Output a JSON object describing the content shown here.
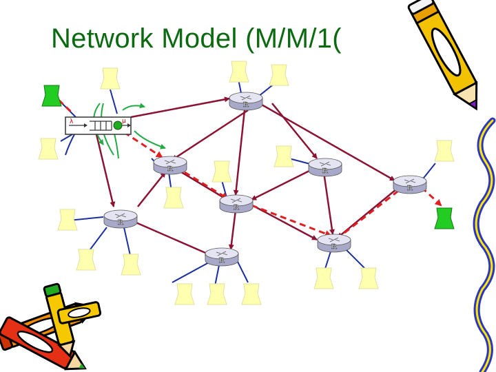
{
  "title": "Network Model (M/M/1(",
  "router_label": "R",
  "queue": {
    "arrival_label": "λ",
    "service_label": "μ"
  },
  "colors": {
    "title": "#0b6a10",
    "terminal": "#ffffb0",
    "terminal_active": "#22cc22",
    "router_body": "#a8a8c8",
    "router_top": "#e4e4f2",
    "router_link": "#8b1232",
    "access_link": "#1a2f9e",
    "path": "#e02020",
    "feedback": "#22aa44"
  },
  "icons": [
    "pencil-icon",
    "crayons-icon"
  ],
  "routers": [
    {
      "id": "r1"
    },
    {
      "id": "r2"
    },
    {
      "id": "r3"
    },
    {
      "id": "r4"
    },
    {
      "id": "r5"
    },
    {
      "id": "r6"
    },
    {
      "id": "r7"
    },
    {
      "id": "r8"
    }
  ],
  "links": [
    [
      "queue",
      "r1"
    ],
    [
      "queue",
      "r8"
    ],
    [
      "queue",
      "r2"
    ],
    [
      "r1",
      "r2"
    ],
    [
      "r1",
      "r3"
    ],
    [
      "r1",
      "r4"
    ],
    [
      "r1",
      "r5"
    ],
    [
      "r2",
      "r4"
    ],
    [
      "r2",
      "r8"
    ],
    [
      "r3",
      "r4"
    ],
    [
      "r3",
      "r6"
    ],
    [
      "r4",
      "r6"
    ],
    [
      "r4",
      "r7"
    ],
    [
      "r5",
      "r6"
    ],
    [
      "r8",
      "r7"
    ]
  ],
  "path": [
    "t-src",
    "queue",
    "r2",
    "r4",
    "r6",
    "r5",
    "t-dst"
  ]
}
